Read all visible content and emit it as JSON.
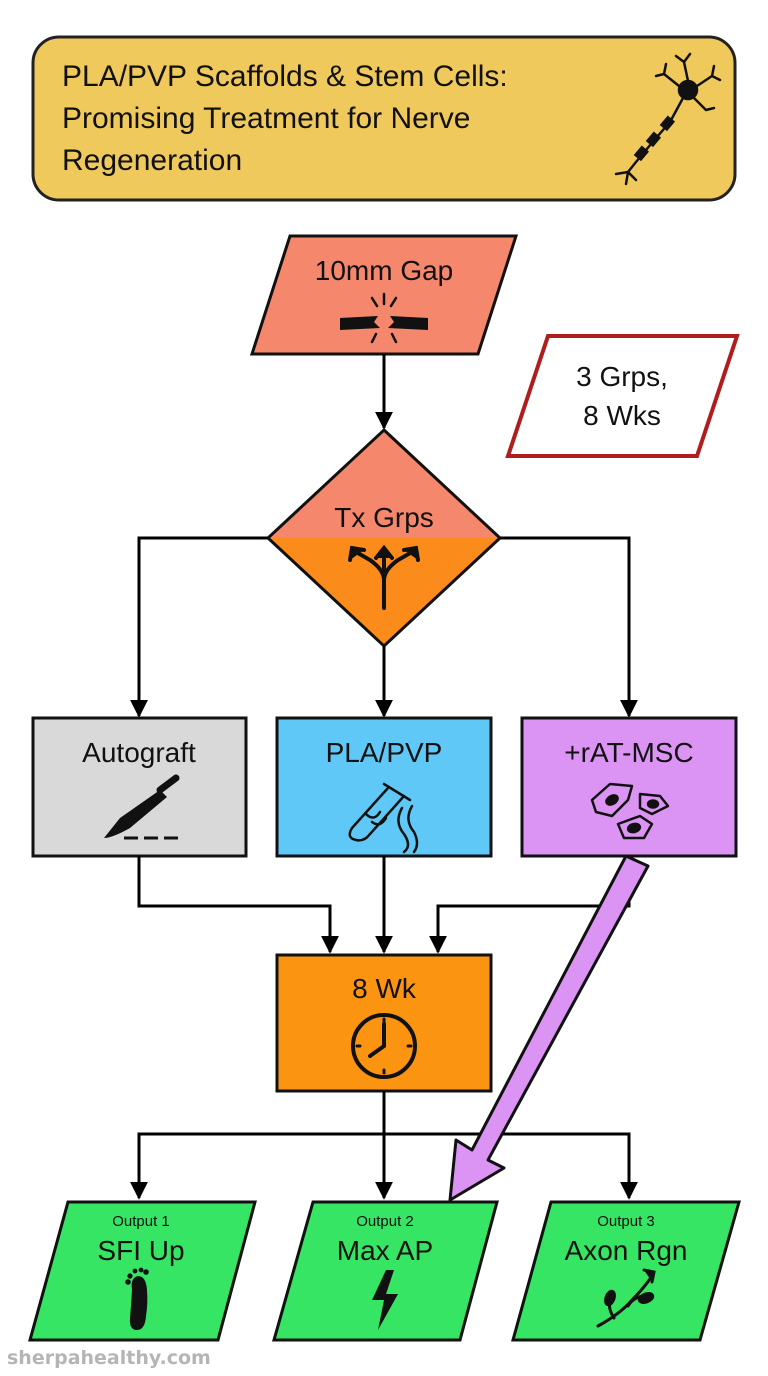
{
  "title": {
    "lines": [
      "PLA/PVP Scaffolds & Stem Cells:",
      "Promising Treatment for Nerve",
      "Regeneration"
    ],
    "icon": "neuron-icon"
  },
  "nodes": {
    "gap": {
      "label": "10mm Gap",
      "icon": "broken-nerve-icon"
    },
    "note": {
      "lines": [
        "3 Grps,",
        "8 Wks"
      ]
    },
    "decision": {
      "label": "Tx Grps",
      "icon": "split-arrows-icon"
    },
    "autograft": {
      "label": "Autograft",
      "icon": "scalpel-icon"
    },
    "plapvp": {
      "label": "PLA/PVP",
      "icon": "test-tube-icon"
    },
    "msc": {
      "label": "+rAT-MSC",
      "icon": "cells-icon"
    },
    "wait": {
      "label": "8 Wk",
      "icon": "clock-icon"
    },
    "out1": {
      "tag": "Output 1",
      "label": "SFI Up",
      "icon": "footprint-icon"
    },
    "out2": {
      "tag": "Output 2",
      "label": "Max AP",
      "icon": "lightning-icon"
    },
    "out3": {
      "tag": "Output 3",
      "label": "Axon Rgn",
      "icon": "branch-icon"
    }
  },
  "colors": {
    "title_bg": "#f0c95c",
    "gap": "#f4876c",
    "decision_top": "#f4876c",
    "decision_bottom": "#fb8c1c",
    "autograft": "#d9d9d9",
    "plapvp": "#5fc8f6",
    "msc": "#dc94f4",
    "wait": "#fb9511",
    "outputs": "#36e563",
    "note_border": "#b01d1d",
    "emphasis_arrow": "#dc94f4"
  },
  "watermark": "sherpahealthy.com"
}
